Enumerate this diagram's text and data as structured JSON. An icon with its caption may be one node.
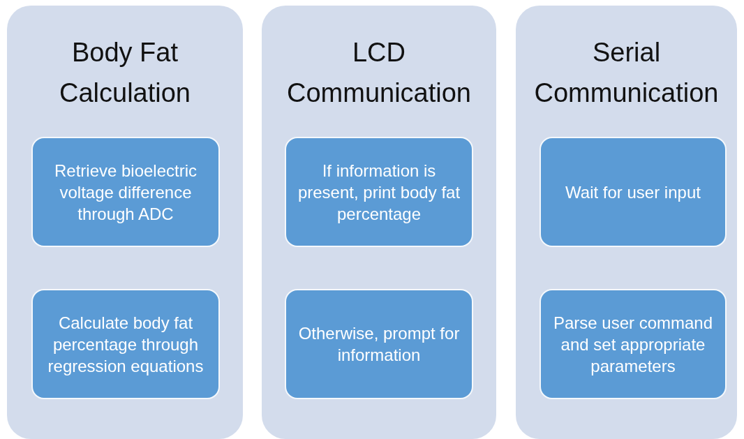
{
  "diagram": {
    "nodes": [
      {
        "text": [
          "Body Fat Calculation"
        ]
      },
      {
        "text": [
          "Retrieve bioelectric voltage difference through ADC"
        ],
        "in": 0
      },
      {
        "text": [
          "Calculate body fat percentage through regression equations"
        ],
        "in": 0
      },
      {
        "text": [
          "LCD Communication"
        ]
      },
      {
        "text": [
          "If information is present, print body fat percentage"
        ],
        "in": 3
      },
      {
        "text": [
          "Otherwise, prompt for information"
        ],
        "in": 3
      },
      {
        "text": [
          "Serial Communication"
        ]
      },
      {
        "text": [
          "Wait for user input"
        ],
        "in": 6
      },
      {
        "text": [
          "Parse user command and set appropriate parameters"
        ],
        "in": 6
      }
    ]
  }
}
